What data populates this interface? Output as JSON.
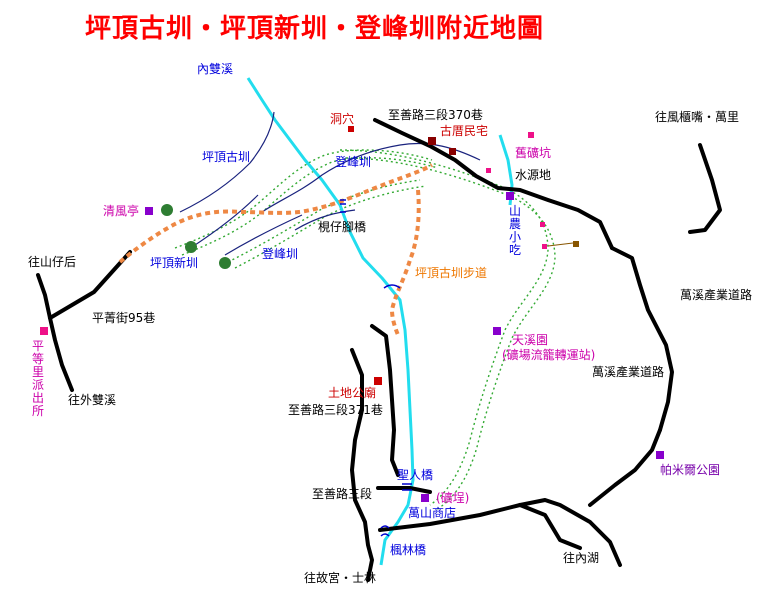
{
  "title": "坪頂古圳・坪頂新圳・登峰圳附近地圖",
  "map": {
    "labels": {
      "neishuangxi": "內雙溪",
      "dongxue": "洞穴",
      "zhishanlu370": "至善路三段370巷",
      "gucuominzhai": "古厝民宅",
      "wangfengguizui": "往風櫃嘴・萬里",
      "pingdinggujun": "坪頂古圳",
      "dengfengjun_top": "登峰圳",
      "jiukuangkeng": "舊礦坑",
      "shuiyuandi": "水源地",
      "qingfengting": "清風亭",
      "zaizijiaoqiao": "梘仔腳橋",
      "shannongxiaochi": "山農小吃",
      "pingdingxinjun": "坪頂新圳",
      "dengfengjun_bottom": "登峰圳",
      "wangshanzihou": "往山仔后",
      "pingdinggujunbudao": "坪頂古圳步道",
      "wanxichanyedaolu_1": "萬溪產業道路",
      "pingjingjie95": "平菁街95巷",
      "tianxiyuan": "天溪園",
      "kuangchang": "(礦場流籠轉運站)",
      "pingdenglipaichusuo": "平等里派出所",
      "wanxichanyedaolu_2": "萬溪產業道路",
      "tudigongmiao": "土地公廟",
      "wangwaishuangxi": "往外雙溪",
      "zhishanlu371": "至善路三段371巷",
      "pamierpark": "帕米爾公園",
      "shengrenqiao": "聖人橋",
      "zhishanlu3": "至善路三段",
      "kuangcheng": "(礦埕)",
      "wanshanshangdian": "萬山商店",
      "fenglinqiao": "楓林橋",
      "wangneihu": "往內湖",
      "wanggugong": "往故宮・士林"
    },
    "colors": {
      "road": "#000000",
      "stream": "#22ddee",
      "canal": "#1a237e",
      "trail": "#ee8844",
      "vegetation": "#33aa33",
      "title": "#ff0000",
      "marker_pink": "#ee1188",
      "marker_purple": "#8800cc",
      "marker_red": "#cc0000",
      "marker_darkred": "#880000",
      "bridge": "#0000cc"
    }
  }
}
